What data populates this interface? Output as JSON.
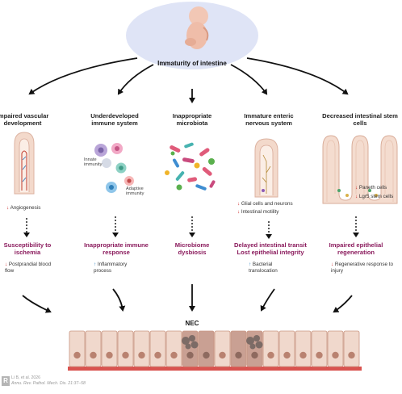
{
  "root": {
    "label": "Immaturity of intestine"
  },
  "columns": [
    {
      "title": "Impaired vascular development",
      "effect": {
        "arrow": "down",
        "text": "Angiogenesis"
      },
      "outcome": "Susceptibility to ischemia",
      "consequence": {
        "arrow": "down",
        "text": "Postprandial blood flow"
      }
    },
    {
      "title": "Underdeveloped immune system",
      "labels": [
        "Innate immunity",
        "Adaptive immunity"
      ],
      "outcome": "Inappropriate immune response",
      "consequence": {
        "arrow": "up",
        "text": "Inflammatory process"
      }
    },
    {
      "title": "Inappropriate microbiota",
      "outcome": "Microbiome dysbiosis"
    },
    {
      "title": "Immature enteric nervous system",
      "effects": [
        {
          "arrow": "down",
          "text": "Glial cells and neurons"
        },
        {
          "arrow": "down",
          "text": "Intestinal motility"
        }
      ],
      "outcome": "Delayed intestinal transit Lost epithelial integrity",
      "consequence": {
        "arrow": "up",
        "text": "Bacterial translocation"
      }
    },
    {
      "title": "Decreased intestinal stem cells",
      "effects": [
        {
          "arrow": "down",
          "text": "Paneth cells"
        },
        {
          "arrow": "down",
          "text": "Lgr5 stem cells"
        }
      ],
      "outcome": "Impaired epithelial regeneration",
      "consequence": {
        "arrow": "down",
        "text": "Regenerative response to injury"
      }
    }
  ],
  "bottom": {
    "label": "NEC"
  },
  "citation": {
    "line1": "Li B, et al. 2026",
    "line2": "Annu. Rev. Pathol. Mech. Dis. 21:37–58"
  },
  "colors": {
    "outcome": "#8a1a5c",
    "arrow_down": "#cc2222",
    "arrow_up": "#2a7fc0",
    "ellipse": "#dfe4f6",
    "tissue": "#f0d8cc",
    "cell_damaged": "#c9a093"
  },
  "icons": {
    "down": "down-arrow-icon",
    "up": "up-arrow-icon",
    "fetus": "fetus-icon",
    "villus": "villus-icon",
    "immune_cells": "immune-cell-icon",
    "bacteria": "bacteria-icon",
    "crypts": "crypt-icon",
    "epithelium": "epithelium-icon"
  }
}
